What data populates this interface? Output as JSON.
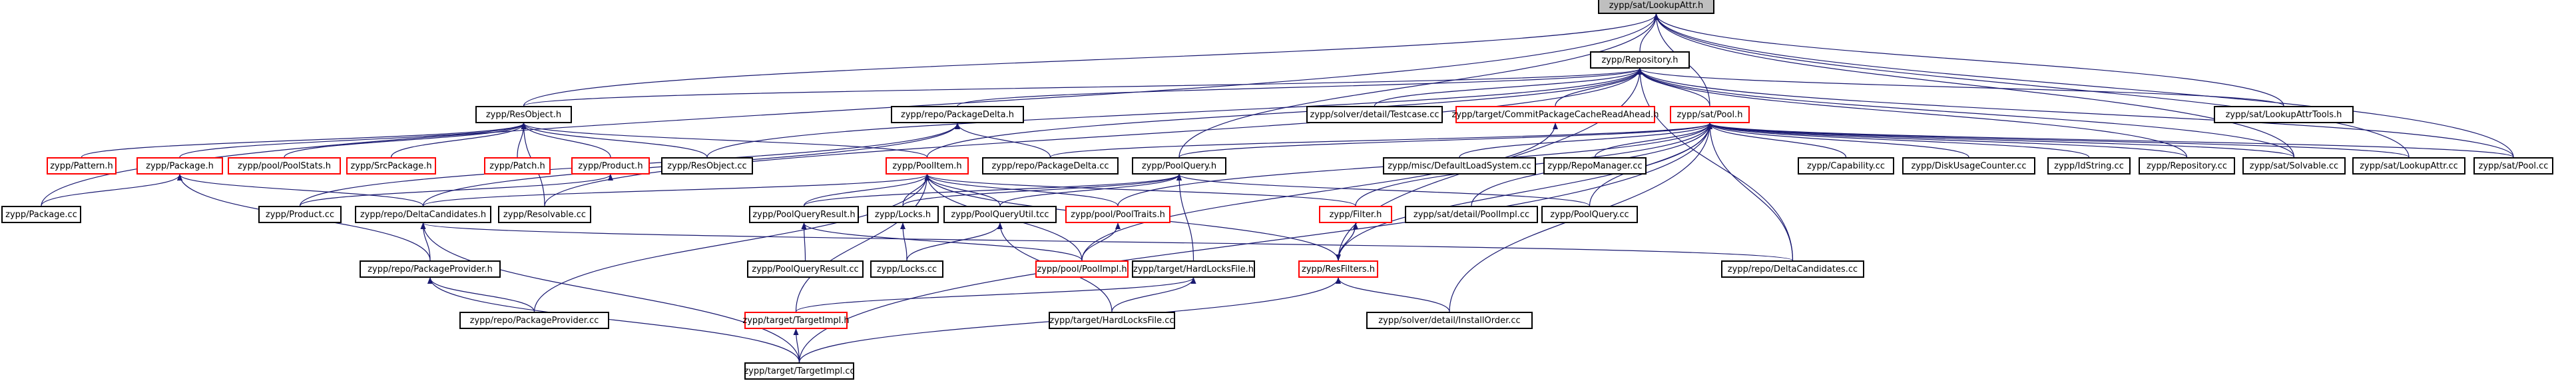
{
  "graph": {
    "colors": {
      "edge": "#191970",
      "border": "#000000",
      "missing_border": "#ff0000",
      "root_fill": "#bfbfbf",
      "background": "#ffffff"
    },
    "nodes": [
      {
        "id": "lookupattr_h",
        "label": "zypp/sat/LookupAttr.h",
        "root": true
      },
      {
        "id": "repository_h",
        "label": "zypp/Repository.h"
      },
      {
        "id": "resobject_h",
        "label": "zypp/ResObject.h"
      },
      {
        "id": "packagedelta_h",
        "label": "zypp/repo/PackageDelta.h"
      },
      {
        "id": "testcase_cc",
        "label": "zypp/solver/detail/Testcase.cc"
      },
      {
        "id": "commitcache_h",
        "label": "zypp/target/CommitPackageCacheReadAhead.h",
        "missing": true
      },
      {
        "id": "pool_h",
        "label": "zypp/sat/Pool.h",
        "missing": true
      },
      {
        "id": "lookupattrtools_h",
        "label": "zypp/sat/LookupAttrTools.h"
      },
      {
        "id": "pattern_h",
        "label": "zypp/Pattern.h",
        "missing": true
      },
      {
        "id": "package_h",
        "label": "zypp/Package.h",
        "missing": true
      },
      {
        "id": "poolstats_h",
        "label": "zypp/pool/PoolStats.h",
        "missing": true
      },
      {
        "id": "srcpackage_h",
        "label": "zypp/SrcPackage.h",
        "missing": true
      },
      {
        "id": "patch_h",
        "label": "zypp/Patch.h",
        "missing": true
      },
      {
        "id": "product_h",
        "label": "zypp/Product.h",
        "missing": true
      },
      {
        "id": "resobject_cc",
        "label": "zypp/ResObject.cc"
      },
      {
        "id": "poolitem_h",
        "label": "zypp/PoolItem.h",
        "missing": true
      },
      {
        "id": "packagedelta_cc",
        "label": "zypp/repo/PackageDelta.cc"
      },
      {
        "id": "poolquery_h",
        "label": "zypp/PoolQuery.h"
      },
      {
        "id": "defaultloadsystem_cc",
        "label": "zypp/misc/DefaultLoadSystem.cc"
      },
      {
        "id": "repomanager_cc",
        "label": "zypp/RepoManager.cc"
      },
      {
        "id": "capability_cc",
        "label": "zypp/Capability.cc"
      },
      {
        "id": "diskusage_cc",
        "label": "zypp/DiskUsageCounter.cc"
      },
      {
        "id": "idstring_cc",
        "label": "zypp/IdString.cc"
      },
      {
        "id": "repository_cc",
        "label": "zypp/Repository.cc"
      },
      {
        "id": "solvable_cc",
        "label": "zypp/sat/Solvable.cc"
      },
      {
        "id": "lookupattr_cc",
        "label": "zypp/sat/LookupAttr.cc"
      },
      {
        "id": "pool_cc",
        "label": "zypp/sat/Pool.cc"
      },
      {
        "id": "package_cc",
        "label": "zypp/Package.cc"
      },
      {
        "id": "product_cc",
        "label": "zypp/Product.cc"
      },
      {
        "id": "deltacandidates_h",
        "label": "zypp/repo/DeltaCandidates.h"
      },
      {
        "id": "resolvable_cc",
        "label": "zypp/Resolvable.cc"
      },
      {
        "id": "poolqueryresult_h",
        "label": "zypp/PoolQueryResult.h"
      },
      {
        "id": "locks_h",
        "label": "zypp/Locks.h"
      },
      {
        "id": "poolqueryutil_tcc",
        "label": "zypp/PoolQueryUtil.tcc"
      },
      {
        "id": "pooltraits_h",
        "label": "zypp/pool/PoolTraits.h",
        "missing": true
      },
      {
        "id": "filter_h",
        "label": "zypp/Filter.h",
        "missing": true
      },
      {
        "id": "poolimpl_cc",
        "label": "zypp/sat/detail/PoolImpl.cc"
      },
      {
        "id": "poolquery_cc",
        "label": "zypp/PoolQuery.cc"
      },
      {
        "id": "deltacandidates_cc",
        "label": "zypp/repo/DeltaCandidates.cc"
      },
      {
        "id": "packageprovider_h",
        "label": "zypp/repo/PackageProvider.h"
      },
      {
        "id": "poolqueryresult_cc",
        "label": "zypp/PoolQueryResult.cc"
      },
      {
        "id": "locks_cc",
        "label": "zypp/Locks.cc"
      },
      {
        "id": "poolimpl_h",
        "label": "zypp/pool/PoolImpl.h",
        "missing": true
      },
      {
        "id": "hardlocksfile_h",
        "label": "zypp/target/HardLocksFile.h"
      },
      {
        "id": "resfilters_h",
        "label": "zypp/ResFilters.h",
        "missing": true
      },
      {
        "id": "packageprovider_cc",
        "label": "zypp/repo/PackageProvider.cc"
      },
      {
        "id": "targetimpl_h",
        "label": "zypp/target/TargetImpl.h",
        "missing": true
      },
      {
        "id": "hardlocksfile_cc",
        "label": "zypp/target/HardLocksFile.cc"
      },
      {
        "id": "installorder_cc",
        "label": "zypp/solver/detail/InstallOrder.cc"
      },
      {
        "id": "targetimpl_cc",
        "label": "zypp/target/TargetImpl.cc"
      }
    ],
    "edges": [
      [
        "lookupattr_h",
        "repository_h"
      ],
      [
        "lookupattr_h",
        "lookupattrtools_h"
      ],
      [
        "lookupattr_h",
        "pool_h"
      ],
      [
        "lookupattr_h",
        "poolquery_h"
      ],
      [
        "lookupattr_h",
        "solvable_cc"
      ],
      [
        "lookupattr_h",
        "lookupattr_cc"
      ],
      [
        "lookupattr_h",
        "pool_cc"
      ],
      [
        "lookupattr_h",
        "package_cc"
      ],
      [
        "lookupattr_h",
        "resobject_h"
      ],
      [
        "repository_h",
        "resobject_h"
      ],
      [
        "repository_h",
        "packagedelta_h"
      ],
      [
        "repository_h",
        "testcase_cc"
      ],
      [
        "repository_h",
        "commitcache_h"
      ],
      [
        "repository_h",
        "pool_h"
      ],
      [
        "repository_h",
        "lookupattrtools_h"
      ],
      [
        "repository_h",
        "resobject_cc"
      ],
      [
        "repository_h",
        "poolitem_h"
      ],
      [
        "repository_h",
        "repository_cc"
      ],
      [
        "repository_h",
        "solvable_cc"
      ],
      [
        "repository_h",
        "pool_cc"
      ],
      [
        "repository_h",
        "deltacandidates_cc"
      ],
      [
        "repository_h",
        "resfilters_h"
      ],
      [
        "repository_h",
        "resolvable_cc"
      ],
      [
        "resobject_h",
        "pattern_h"
      ],
      [
        "resobject_h",
        "package_h"
      ],
      [
        "resobject_h",
        "poolstats_h"
      ],
      [
        "resobject_h",
        "srcpackage_h"
      ],
      [
        "resobject_h",
        "patch_h"
      ],
      [
        "resobject_h",
        "product_h"
      ],
      [
        "resobject_h",
        "resobject_cc"
      ],
      [
        "resobject_h",
        "poolitem_h"
      ],
      [
        "resobject_h",
        "resolvable_cc"
      ],
      [
        "packagedelta_h",
        "packagedelta_cc"
      ],
      [
        "packagedelta_h",
        "deltacandidates_h"
      ],
      [
        "packagedelta_h",
        "product_cc"
      ],
      [
        "commitcache_h",
        "poolimpl_h"
      ],
      [
        "pool_h",
        "defaultloadsystem_cc"
      ],
      [
        "pool_h",
        "repomanager_cc"
      ],
      [
        "pool_h",
        "capability_cc"
      ],
      [
        "pool_h",
        "diskusage_cc"
      ],
      [
        "pool_h",
        "idstring_cc"
      ],
      [
        "pool_h",
        "repository_cc"
      ],
      [
        "pool_h",
        "solvable_cc"
      ],
      [
        "pool_h",
        "lookupattr_cc"
      ],
      [
        "pool_h",
        "pool_cc"
      ],
      [
        "pool_h",
        "poolimpl_cc"
      ],
      [
        "pool_h",
        "poolquery_h"
      ],
      [
        "pool_h",
        "pooltraits_h"
      ],
      [
        "pool_h",
        "filter_h"
      ],
      [
        "pool_h",
        "resfilters_h"
      ],
      [
        "pool_h",
        "deltacandidates_cc"
      ],
      [
        "pool_h",
        "installorder_cc"
      ],
      [
        "pool_h",
        "packagedelta_cc"
      ],
      [
        "pool_h",
        "poolquery_cc"
      ],
      [
        "package_h",
        "package_cc"
      ],
      [
        "package_h",
        "deltacandidates_h"
      ],
      [
        "package_h",
        "packageprovider_h"
      ],
      [
        "product_h",
        "product_cc"
      ],
      [
        "poolitem_h",
        "poolqueryresult_h"
      ],
      [
        "poolitem_h",
        "locks_h"
      ],
      [
        "poolitem_h",
        "poolqueryutil_tcc"
      ],
      [
        "poolitem_h",
        "pooltraits_h"
      ],
      [
        "poolitem_h",
        "filter_h"
      ],
      [
        "poolitem_h",
        "resfilters_h"
      ],
      [
        "poolitem_h",
        "poolimpl_h"
      ],
      [
        "poolitem_h",
        "targetimpl_h"
      ],
      [
        "poolitem_h",
        "deltacandidates_h"
      ],
      [
        "poolitem_h",
        "packageprovider_cc"
      ],
      [
        "poolquery_h",
        "poolqueryresult_h"
      ],
      [
        "poolquery_h",
        "locks_h"
      ],
      [
        "poolquery_h",
        "poolqueryutil_tcc"
      ],
      [
        "poolquery_h",
        "hardlocksfile_h"
      ],
      [
        "poolquery_h",
        "poolquery_cc"
      ],
      [
        "deltacandidates_h",
        "packageprovider_h"
      ],
      [
        "deltacandidates_h",
        "deltacandidates_cc"
      ],
      [
        "deltacandidates_h",
        "targetimpl_cc"
      ],
      [
        "poolqueryresult_h",
        "poolqueryresult_cc"
      ],
      [
        "poolqueryresult_h",
        "poolimpl_h"
      ],
      [
        "locks_h",
        "locks_cc"
      ],
      [
        "poolqueryutil_tcc",
        "locks_cc"
      ],
      [
        "poolqueryutil_tcc",
        "hardlocksfile_cc"
      ],
      [
        "pooltraits_h",
        "poolimpl_h"
      ],
      [
        "filter_h",
        "resfilters_h"
      ],
      [
        "resfilters_h",
        "filter_h"
      ],
      [
        "packageprovider_h",
        "packageprovider_cc"
      ],
      [
        "packageprovider_h",
        "targetimpl_cc"
      ],
      [
        "hardlocksfile_h",
        "hardlocksfile_cc"
      ],
      [
        "hardlocksfile_h",
        "targetimpl_h"
      ],
      [
        "resfilters_h",
        "installorder_cc"
      ],
      [
        "resfilters_h",
        "targetimpl_cc"
      ],
      [
        "targetimpl_h",
        "targetimpl_cc"
      ],
      [
        "pool_h",
        "targetimpl_cc"
      ]
    ]
  }
}
